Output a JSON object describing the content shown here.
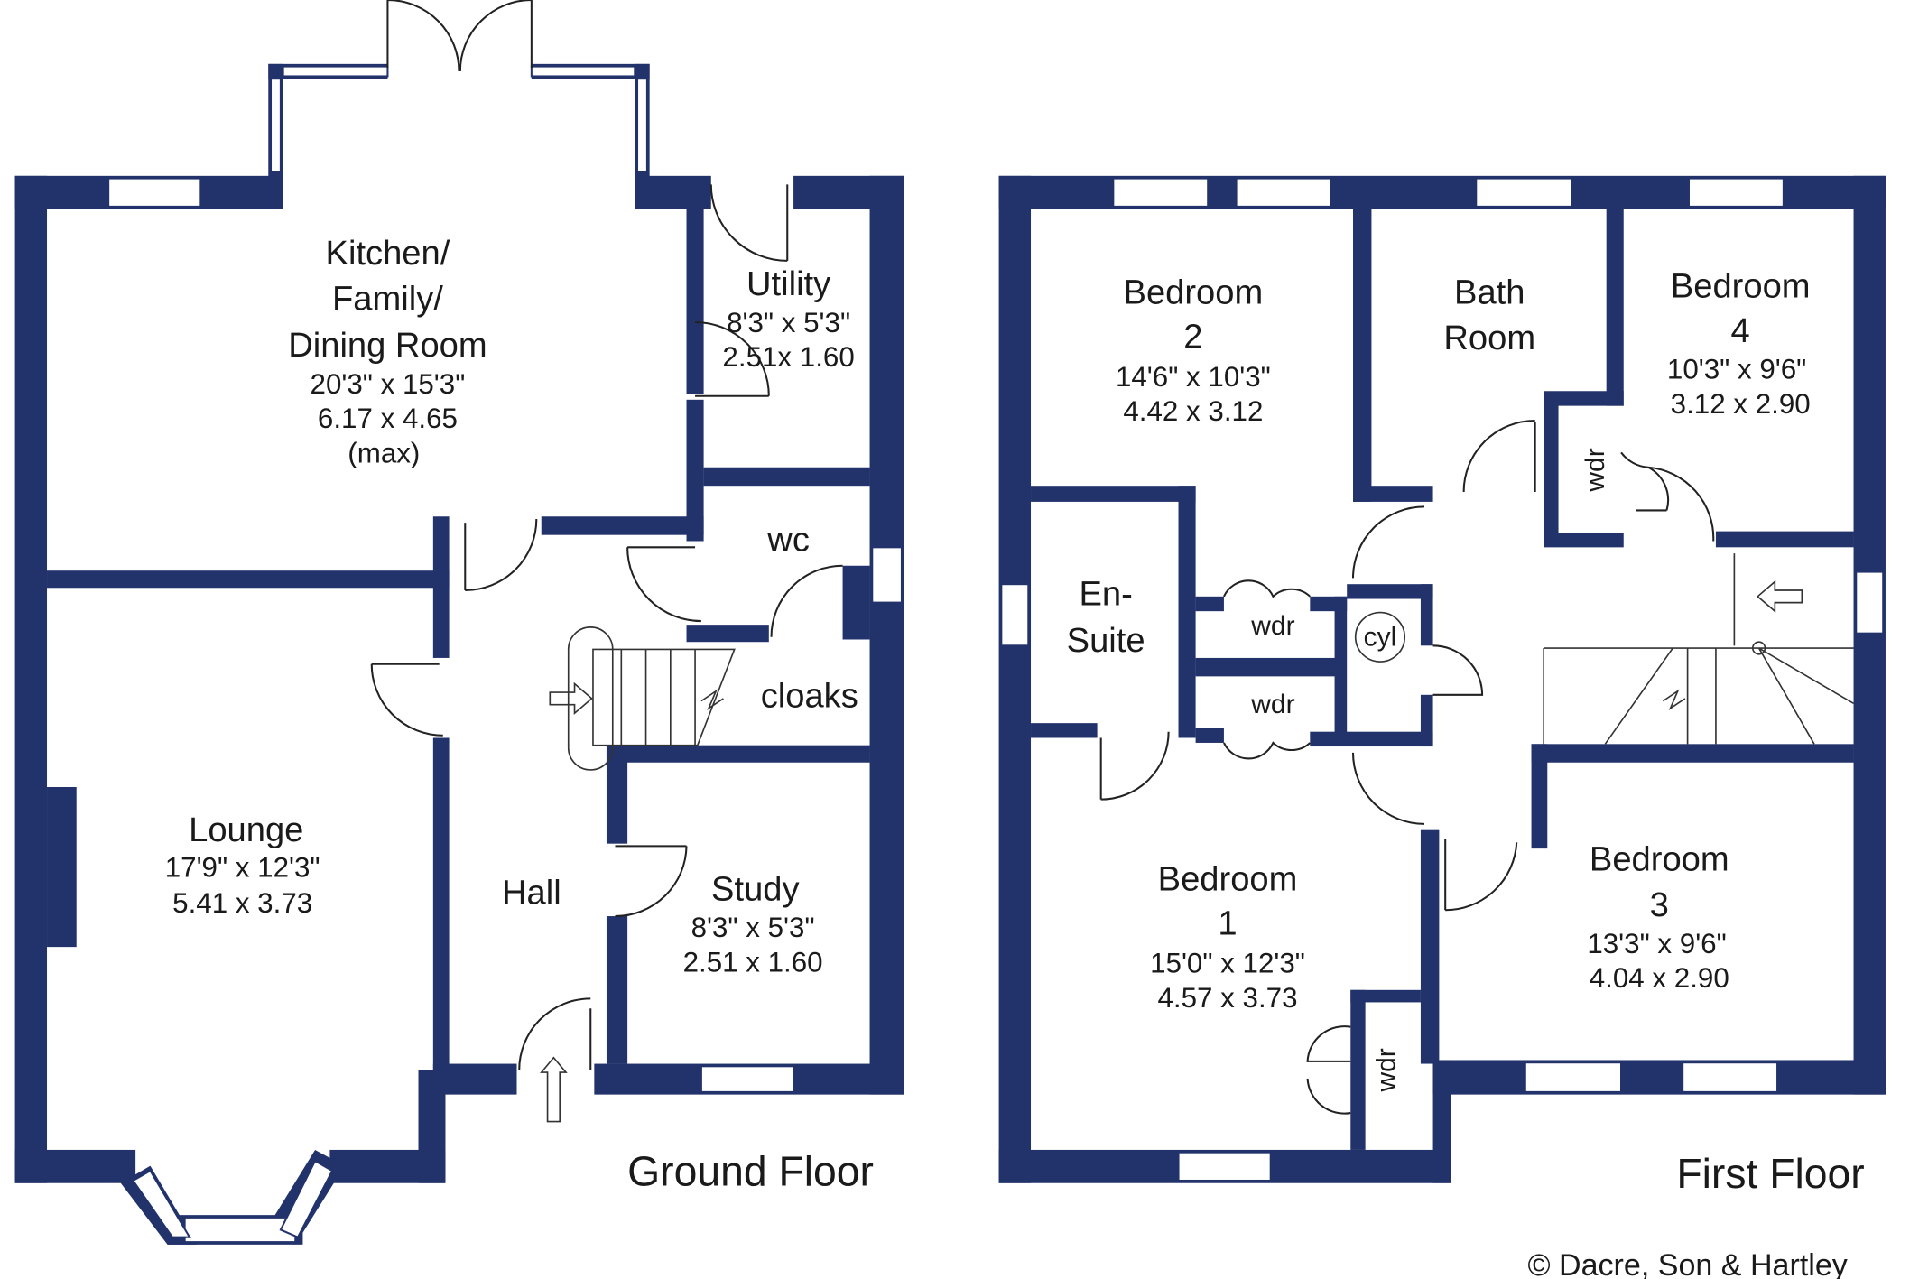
{
  "colors": {
    "wall": "#22336b",
    "background": "#ffffff"
  },
  "ground_floor": {
    "label": "Ground Floor",
    "rooms": [
      {
        "name_lines": [
          "Kitchen/",
          "Family/",
          "Dining Room"
        ],
        "imperial": "20'3\"  x  15'3\"",
        "metric": "6.17  x  4.65",
        "note": "(max)"
      },
      {
        "name_lines": [
          "Utility"
        ],
        "imperial": "8'3\" x 5'3\"",
        "metric": "2.51x 1.60"
      },
      {
        "name_lines": [
          "wc"
        ]
      },
      {
        "name_lines": [
          "cloaks"
        ]
      },
      {
        "name_lines": [
          "Lounge"
        ],
        "imperial": "17'9\"  x  12'3\"",
        "metric": "5.41  x  3.73"
      },
      {
        "name_lines": [
          "Hall"
        ]
      },
      {
        "name_lines": [
          "Study"
        ],
        "imperial": "8'3\"  x  5'3\"",
        "metric": "2.51  x  1.60"
      }
    ]
  },
  "first_floor": {
    "label": "First Floor",
    "rooms": [
      {
        "name_lines": [
          "Bedroom",
          "2"
        ],
        "imperial": "14'6\"  x  10'3\"",
        "metric": "4.42  x  3.12"
      },
      {
        "name_lines": [
          "Bath",
          "Room"
        ]
      },
      {
        "name_lines": [
          "Bedroom",
          "4"
        ],
        "imperial": "10'3\"  x  9'6\"",
        "metric": "3.12  x  2.90"
      },
      {
        "name_lines": [
          "En-",
          "Suite"
        ]
      },
      {
        "name_lines": [
          "Bedroom",
          "1"
        ],
        "imperial": "15'0\"  x  12'3\"",
        "metric": "4.57  x  3.73"
      },
      {
        "name_lines": [
          "Bedroom",
          "3"
        ],
        "imperial": "13'3\"  x  9'6\"",
        "metric": "4.04  x  2.90"
      }
    ],
    "fixtures": {
      "wardrobe": "wdr",
      "cylinder": "cyl"
    }
  },
  "copyright": "© Dacre, Son & Hartley"
}
